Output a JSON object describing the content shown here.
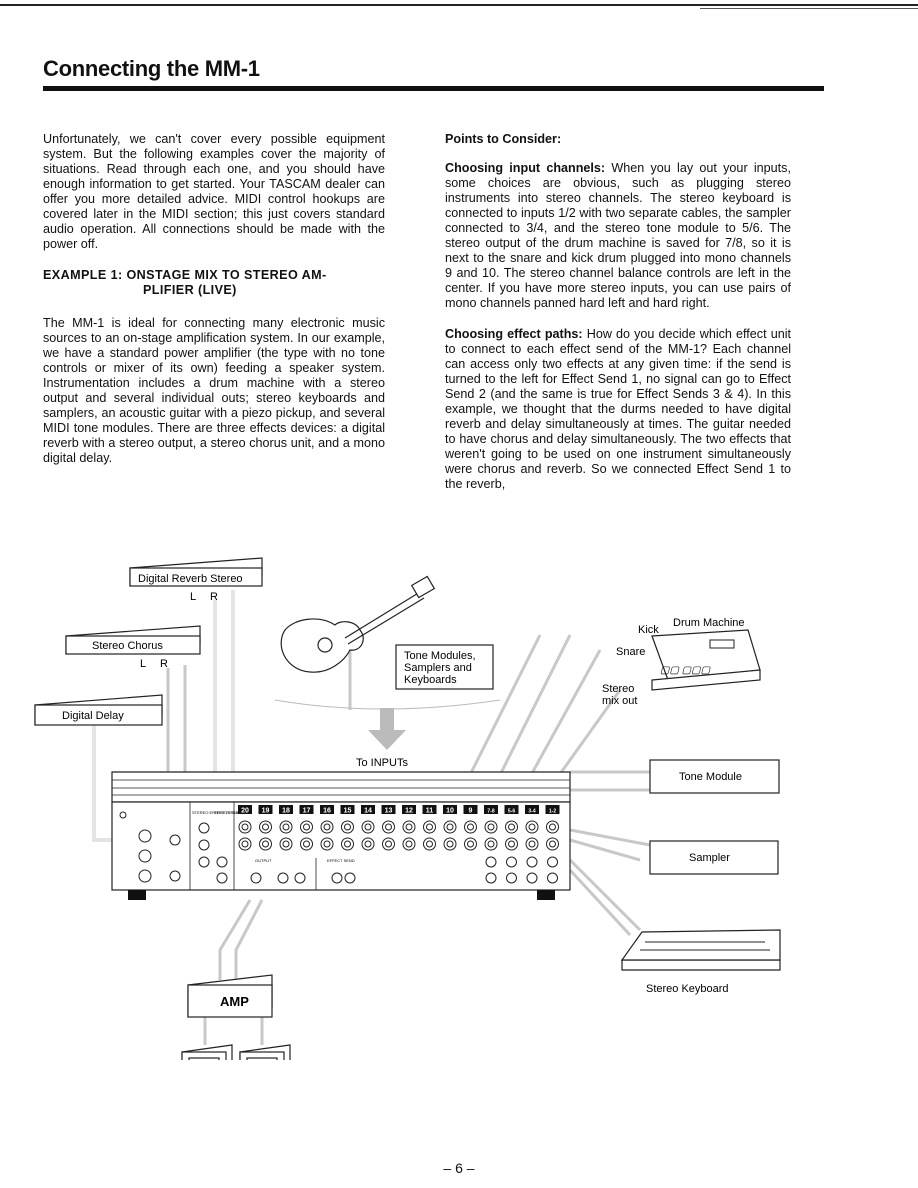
{
  "title": "Connecting the MM-1",
  "intro": "Unfortunately, we can't cover every possible equipment system. But the following examples cover the majority of situations. Read through each one, and you should have enough information to get started. Your TASCAM dealer can offer you more detailed advice. MIDI control hookups are covered later in the MIDI section; this just covers standard audio operation. All connections should be made with the power off.",
  "example_heading_1": "EXAMPLE 1: ONSTAGE MIX TO STEREO AM-",
  "example_heading_2": "PLIFIER (LIVE)",
  "example_body": "The MM-1 is ideal for connecting many electronic music sources to an on-stage amplification system. In our example, we have a standard power amplifier (the type with no tone controls or mixer of its own) feeding a speaker system. Instrumentation includes a drum machine with a stereo output and several individual outs; stereo keyboards and samplers, an acoustic guitar with a piezo pickup, and several MIDI tone modules. There are three effects devices: a digital reverb with a stereo output, a stereo chorus unit, and a mono digital delay.",
  "points_heading": "Points to Consider:",
  "p1_lead": "Choosing input channels:",
  "p1_body": " When you lay out your inputs, some choices are obvious, such as plugging stereo instruments into stereo channels. The stereo keyboard is connected to inputs 1/2 with two separate cables, the sampler connected to 3/4, and the stereo tone module to 5/6. The stereo output of the drum machine is saved for 7/8, so it is next to the snare and kick drum plugged into mono channels 9 and 10. The stereo channel balance controls are left in the center. If you have more stereo inputs, you can use pairs of mono channels panned hard left and hard right.",
  "p2_lead": "Choosing effect paths:",
  "p2_body": " How do you decide which effect unit to connect to each effect send of the MM-1? Each channel can access only two effects at any given time: if the send is turned to the left for Effect Send 1, no signal can go to Effect Send 2 (and the same is true for Effect Sends 3 & 4). In this example, we thought that the durms needed to have digital reverb and delay simultaneously at times. The guitar needed to have chorus and delay simultaneously. The two effects that weren't going to be used on one instrument simultaneously were chorus and reverb. So we connected Effect Send 1 to the reverb,",
  "diagram": {
    "digital_reverb": "Digital Reverb Stereo",
    "stereo_chorus": "Stereo Chorus",
    "digital_delay": "Digital Delay",
    "l": "L",
    "r": "R",
    "tone_modules_box": [
      "Tone Modules,",
      "Samplers and",
      "Keyboards"
    ],
    "to_inputs": "To INPUTs",
    "kick": "Kick",
    "drum_machine": "Drum Machine",
    "snare": "Snare",
    "stereo_mix_out": [
      "Stereo",
      "mix out"
    ],
    "tone_module": "Tone Module",
    "sampler": "Sampler",
    "stereo_keyboard": "Stereo Keyboard",
    "amp": "AMP",
    "channel_numbers": [
      "20",
      "19",
      "18",
      "17",
      "16",
      "15",
      "14",
      "13",
      "12",
      "11",
      "10",
      "9",
      "7-8",
      "5-6",
      "3-4",
      "1-2"
    ],
    "panel_labels": [
      "STEREO EFFECT RETURNS",
      "EFFECT SENDS",
      "OUTPUT",
      "EFFECT SEND"
    ]
  },
  "page_number": "– 6 –"
}
